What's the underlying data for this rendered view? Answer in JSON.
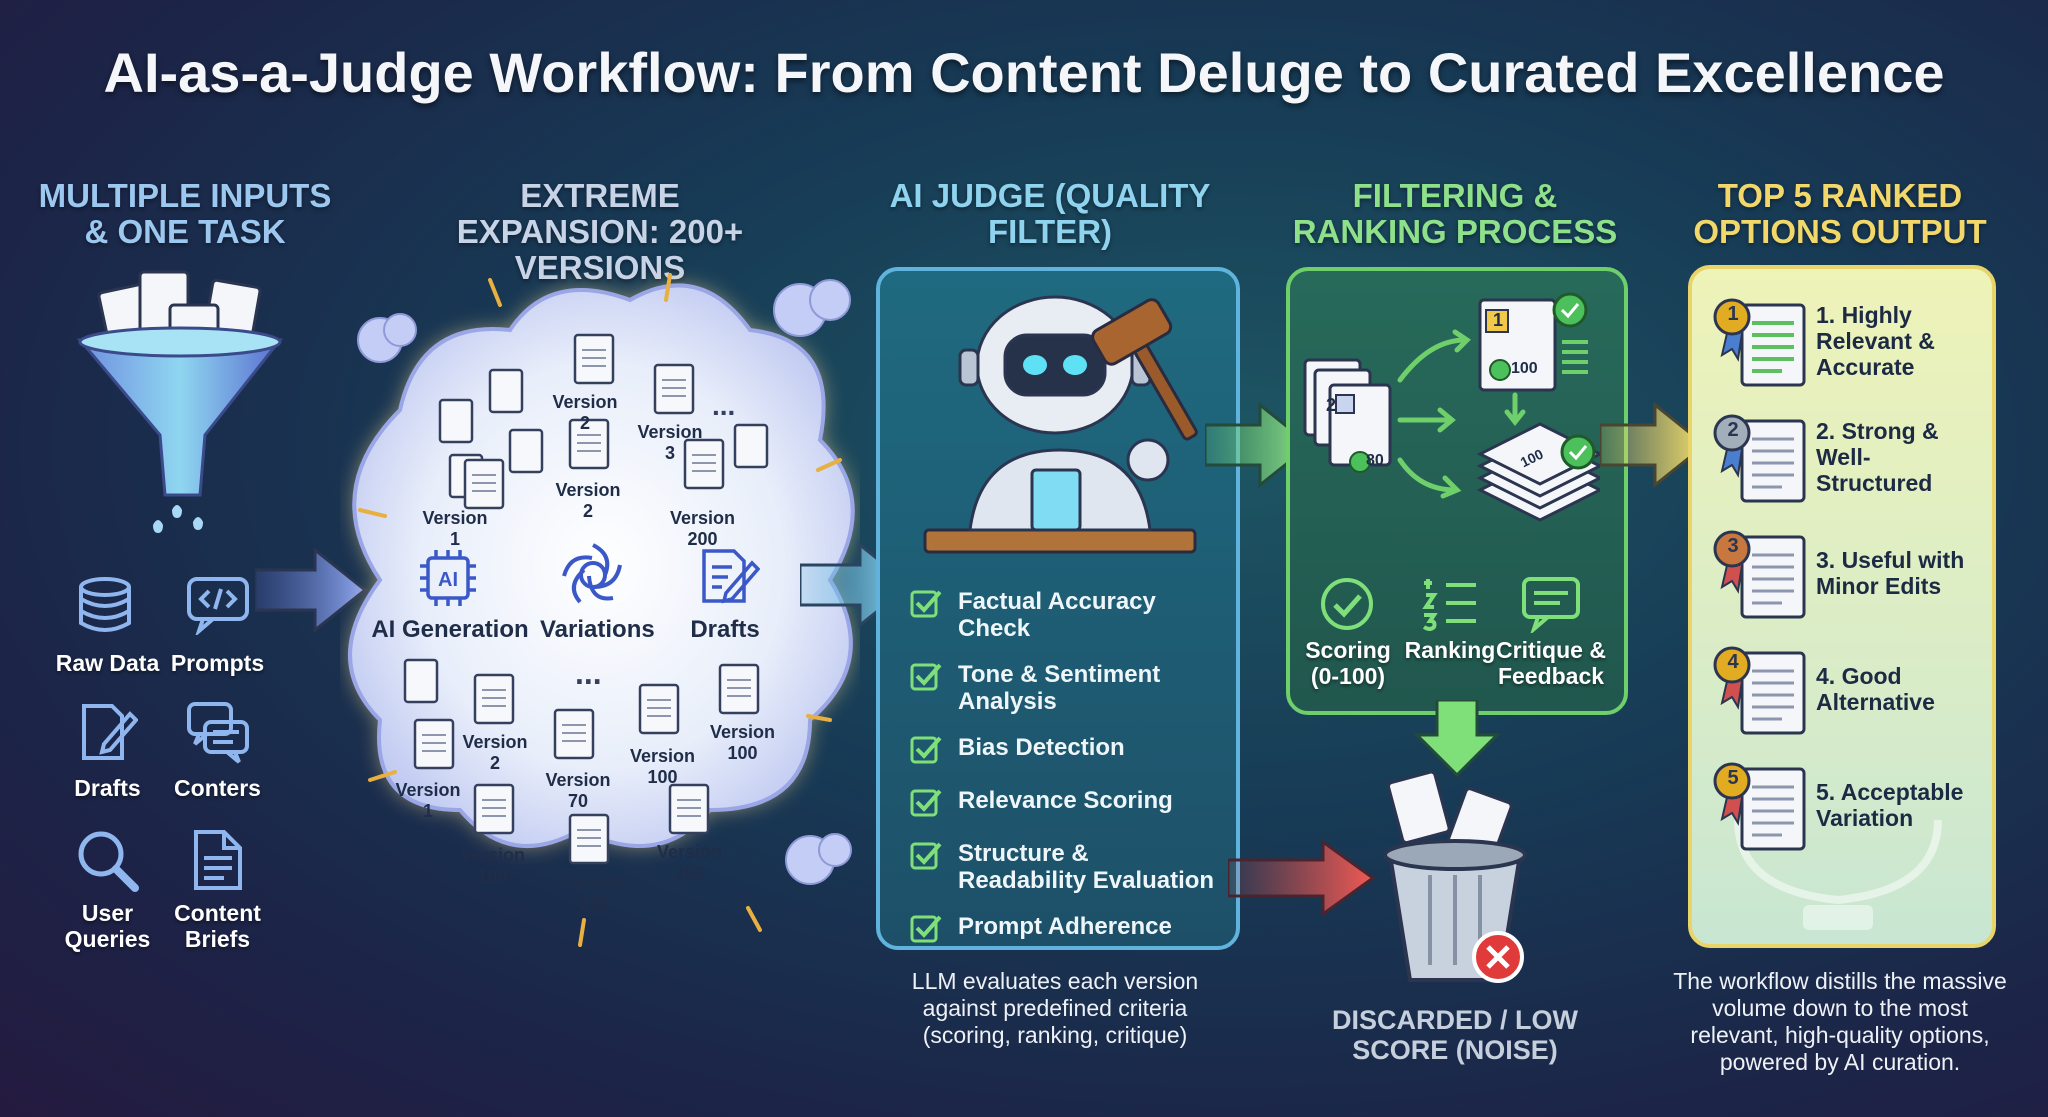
{
  "title": "AI-as-a-Judge Workflow: From Content Deluge to Curated Excellence",
  "columns": {
    "inputs": {
      "title": "MULTIPLE INPUTS & ONE TASK"
    },
    "expansion": {
      "title": "EXTREME EXPANSION: 200+ VERSIONS"
    },
    "judge": {
      "title": "AI JUDGE (QUALITY FILTER)"
    },
    "filter": {
      "title": "FILTERING & RANKING PROCESS"
    },
    "output": {
      "title": "TOP 5 RANKED OPTIONS OUTPUT"
    }
  },
  "inputs": [
    {
      "icon": "database-icon",
      "label": "Raw Data"
    },
    {
      "icon": "code-chat-icon",
      "label": "Prompts"
    },
    {
      "icon": "pencil-doc-icon",
      "label": "Drafts"
    },
    {
      "icon": "chat-bubbles-icon",
      "label": "Conters"
    },
    {
      "icon": "magnifier-icon",
      "label": "User Queries"
    },
    {
      "icon": "document-icon",
      "label": "Content Briefs"
    }
  ],
  "cloud": {
    "center": [
      {
        "icon": "ai-chip-icon",
        "label": "AI Generation"
      },
      {
        "icon": "swirl-icon",
        "label": "Variations"
      },
      {
        "icon": "draft-pen-icon",
        "label": "Drafts"
      }
    ],
    "docs": [
      "Version 2",
      "Version 3",
      "Version 1",
      "Version 2",
      "Version 200",
      "Version 2",
      "Version 100",
      "Version 100",
      "Version 1",
      "Version 70",
      "Version 100",
      "Version 200",
      "Version 200"
    ],
    "ellipses": [
      "...",
      "..."
    ]
  },
  "judge": {
    "criteria": [
      "Factual Accuracy Check",
      "Tone & Sentiment Analysis",
      "Bias Detection",
      "Relevance Scoring",
      "Structure & Readability Evaluation",
      "Prompt Adherence"
    ],
    "caption": "LLM evaluates each version against predefined criteria (scoring, ranking, critique)"
  },
  "filter": {
    "doc_scores": [
      "80",
      "100",
      "100"
    ],
    "doc_ranks": [
      "2",
      "1"
    ],
    "steps": [
      {
        "icon": "check-circle-icon",
        "label": "Scoring (0-100)"
      },
      {
        "icon": "ranking-list-icon",
        "label": "Ranking"
      },
      {
        "icon": "feedback-bubble-icon",
        "label": "Critique & Feedback"
      }
    ]
  },
  "discard": {
    "label": "DISCARDED / LOW SCORE (NOISE)"
  },
  "output": {
    "items": [
      {
        "medal": "1",
        "text": "1. Highly Relevant & Accurate",
        "color": "#d9a21b"
      },
      {
        "medal": "2",
        "text": "2. Strong & Well-Structured",
        "color": "#9aa7b3"
      },
      {
        "medal": "3",
        "text": "3. Useful with Minor Edits",
        "color": "#c2733d"
      },
      {
        "medal": "4",
        "text": "4. Good Alternative",
        "color": "#d9a21b"
      },
      {
        "medal": "5",
        "text": "5. Acceptable Variation",
        "color": "#d9a21b"
      }
    ],
    "caption": "The workflow distills the massive volume down to the most relevant, high-quality options, powered by AI curation."
  },
  "colors": {
    "inputs_title": "#9cc8f0",
    "expansion_title": "#c7d3e6",
    "judge_title": "#8fd3ee",
    "filter_title": "#8fe08a",
    "output_title": "#f2d86a",
    "judge_border": "#5fb3dc",
    "filter_border": "#6fcf6a",
    "output_border": "#e9d46a",
    "arrow_green": "#6fcf6a",
    "arrow_red": "#e0504a",
    "arrow_yellow": "#e9d46a"
  }
}
